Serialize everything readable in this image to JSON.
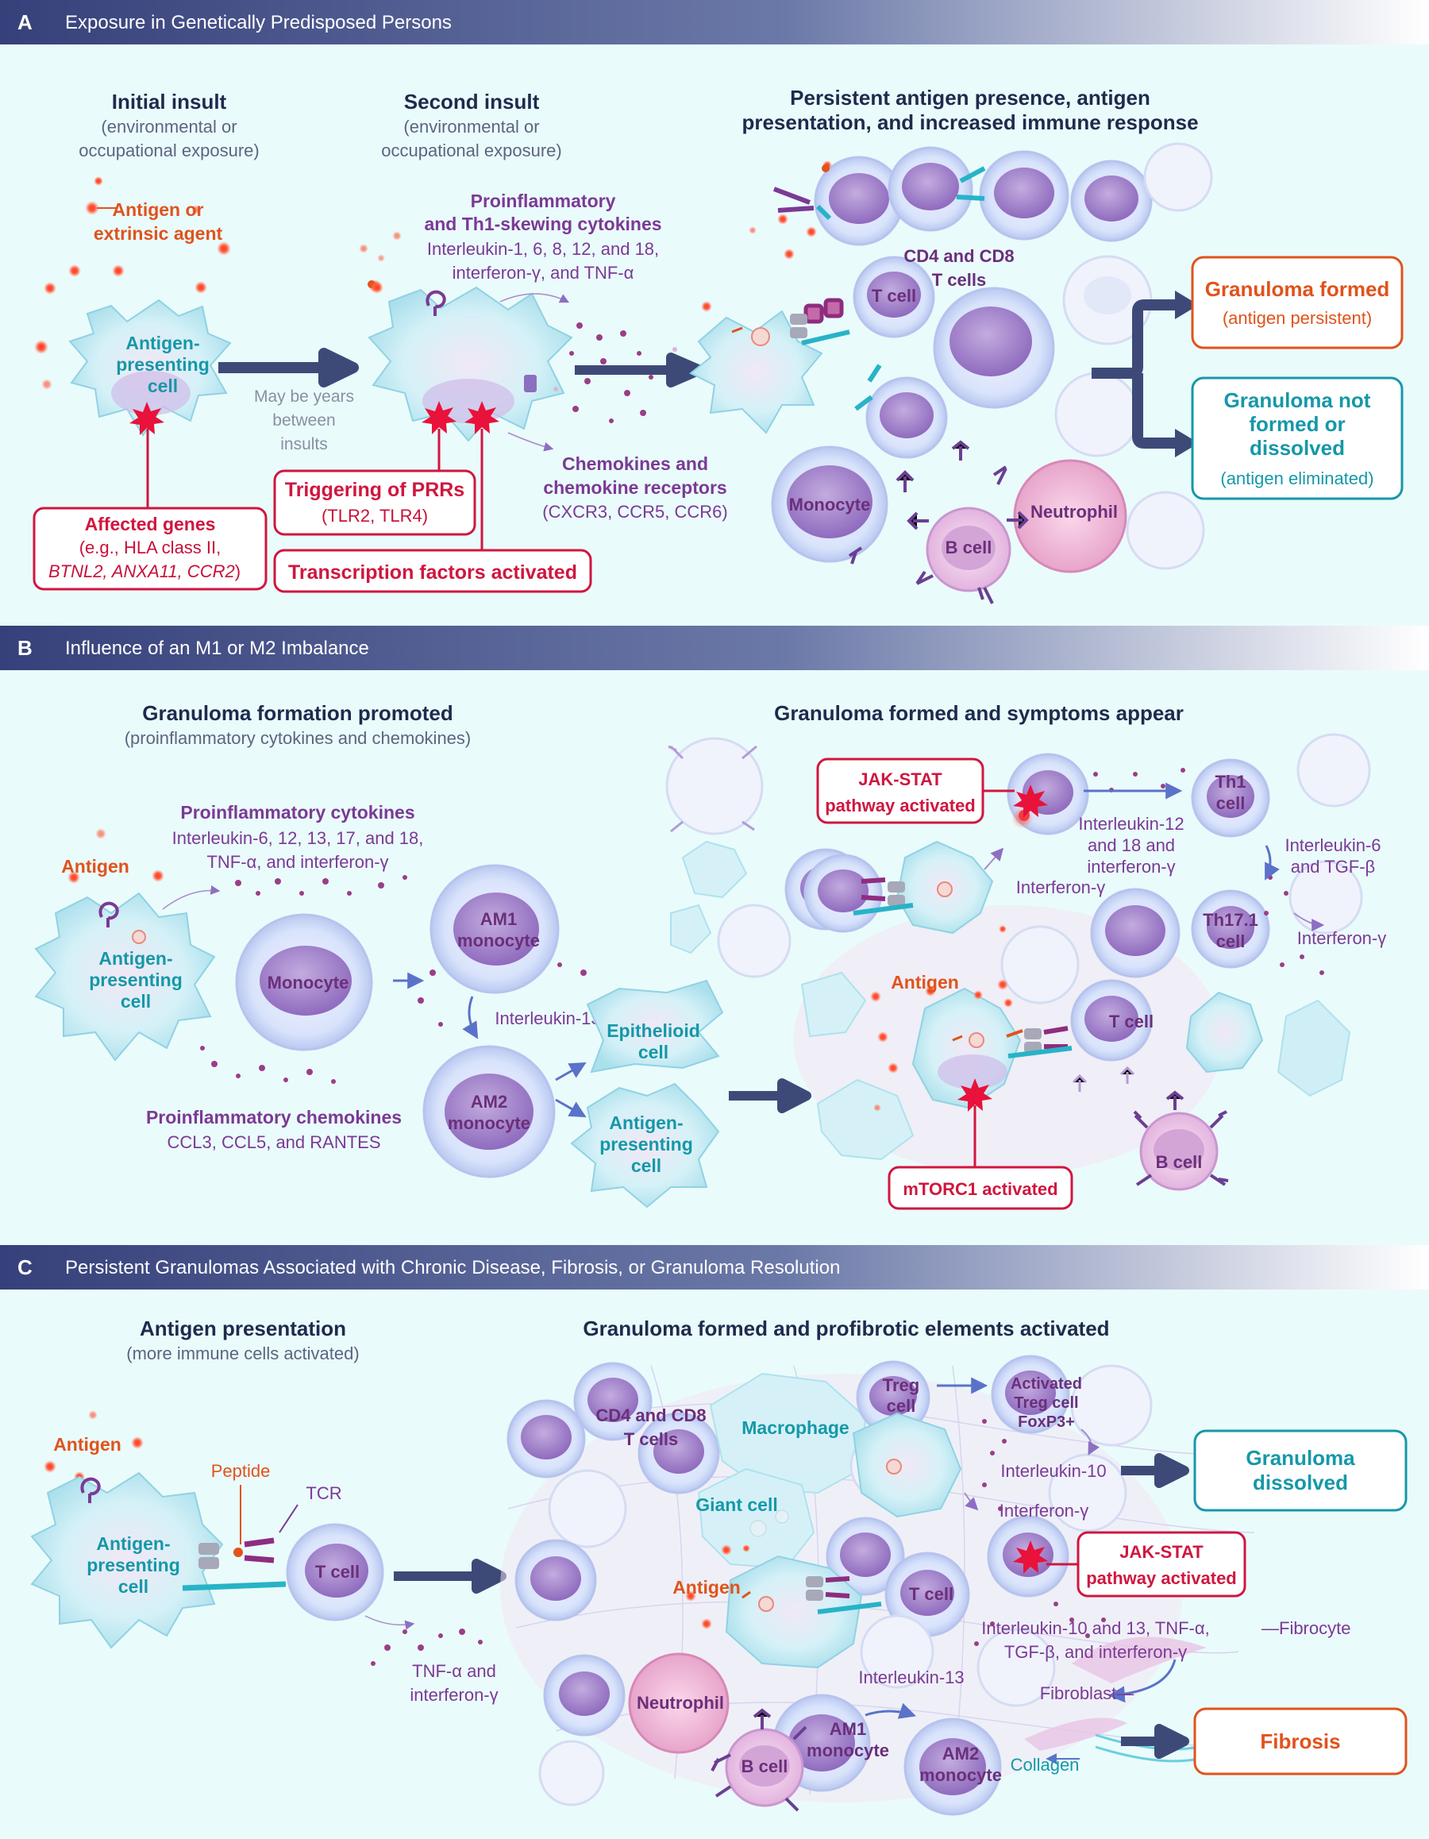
{
  "panelA": {
    "letter": "A",
    "title": "Exposure in Genetically Predisposed Persons",
    "initial": {
      "head": "Initial insult",
      "sub1": "(environmental or",
      "sub2": "occupational exposure)"
    },
    "second": {
      "head": "Second insult",
      "sub1": "(environmental or",
      "sub2": "occupational exposure)"
    },
    "persist": {
      "head1": "Persistent antigen presence, antigen",
      "head2": "presentation, and increased immune response"
    },
    "antigen1": "Antigen or",
    "antigen2": "extrinsic agent",
    "apc1": "Antigen-",
    "apc2": "presenting",
    "apc3": "cell",
    "years1": "May be years",
    "years2": "between",
    "years3": "insults",
    "proinf1": "Proinflammatory",
    "proinf2": "and Th1-skewing cytokines",
    "proinf3": "Interleukin-1, 6, 8, 12, and 18,",
    "proinf4": "interferon-γ, and TNF-α",
    "chemo1": "Chemokines and",
    "chemo2": "chemokine receptors",
    "chemo3": "(CXCR3, CCR5, CCR6)",
    "affected1": "Affected genes",
    "affected2": "(e.g., HLA class II,",
    "affected3a": "BTNL2, ANXA11, CCR2",
    "affected3b": ")",
    "prr1": "Triggering of PRRs",
    "prr2": "(TLR2, TLR4)",
    "tf": "Transcription factors activated",
    "tcell": "T cell",
    "cd1": "CD4 and CD8",
    "cd2": "T cells",
    "monocyte": "Monocyte",
    "bcell": "B cell",
    "neutrophil": "Neutrophil",
    "gf1": "Granuloma formed",
    "gf2": "(antigen persistent)",
    "gn1": "Granuloma not",
    "gn2": "formed or",
    "gn3": "dissolved",
    "gn4": "(antigen eliminated)"
  },
  "panelB": {
    "letter": "B",
    "title": "Influence of an M1 or M2 Imbalance",
    "promo1": "Granuloma formation promoted",
    "promo2": "(proinflammatory cytokines and chemokines)",
    "formed": "Granuloma formed and symptoms appear",
    "pc1": "Proinflammatory cytokines",
    "pc2": "Interleukin-6, 12, 13, 17, and 18,",
    "pc3": "TNF-α, and interferon-γ",
    "antigen": "Antigen",
    "apc1": "Antigen-",
    "apc2": "presenting",
    "apc3": "cell",
    "monocyte": "Monocyte",
    "am1a": "AM1",
    "am1b": "monocyte",
    "am2a": "AM2",
    "am2b": "monocyte",
    "il13": "Interleukin-13",
    "epi1": "Epithelioid",
    "epi2": "cell",
    "apc2_1": "Antigen-",
    "apc2_2": "presenting",
    "apc2_3": "cell",
    "pch1": "Proinflammatory chemokines",
    "pch2": "CCL3, CCL5, and RANTES",
    "jak1": "JAK-STAT",
    "jak2": "pathway activated",
    "th1a": "Th1",
    "th1b": "cell",
    "il12a": "Interleukin-12",
    "il12b": "and 18 and",
    "il12c": "interferon-γ",
    "il6a": "Interleukin-6",
    "il6b": "and TGF-β",
    "ifn1": "Interferon-γ",
    "th17a": "Th17.1",
    "th17b": "cell",
    "ifn2": "Interferon-γ",
    "antigen2": "Antigen",
    "tcell": "T cell",
    "mtor": "mTORC1 activated",
    "bcell": "B cell"
  },
  "panelC": {
    "letter": "C",
    "title": "Persistent Granulomas Associated with Chronic Disease, Fibrosis, or Granuloma Resolution",
    "ap1": "Antigen presentation",
    "ap2": "(more immune cells activated)",
    "gf": "Granuloma formed and profibrotic elements activated",
    "antigen": "Antigen",
    "peptide": "Peptide",
    "tcr": "TCR",
    "apc1": "Antigen-",
    "apc2": "presenting",
    "apc3": "cell",
    "tcell": "T cell",
    "tnf1": "TNF-α and",
    "tnf2": "interferon-γ",
    "cd1": "CD4 and CD8",
    "cd2": "T cells",
    "macro": "Macrophage",
    "giant": "Giant cell",
    "treg1": "Treg",
    "treg2": "cell",
    "at1": "Activated",
    "at2": "Treg cell",
    "at3": "FoxP3+",
    "il10": "Interleukin-10",
    "ifn": "Interferon-γ",
    "gd1": "Granuloma",
    "gd2": "dissolved",
    "jak1": "JAK-STAT",
    "jak2": "pathway activated",
    "antigen2": "Antigen",
    "tcell2": "T cell",
    "il10b": "Interleukin-10 and 13, TNF-α,",
    "il10c": "TGF-β, and interferon-γ",
    "fibrocyte": "—Fibrocyte",
    "il13": "Interleukin-13",
    "fibroblast": "Fibroblast—",
    "neutrophil": "Neutrophil",
    "am1a": "AM1",
    "am1b": "monocyte",
    "am2a": "AM2",
    "am2b": "monocyte",
    "bcell": "B cell",
    "collagen": "Collagen",
    "fibrosis": "Fibrosis"
  },
  "colors": {
    "bg": "#eafbfb",
    "band": "#3a4577",
    "navy": "#1f2a4d",
    "orange": "#e0531c",
    "red": "#d0163f",
    "teal": "#1598a8",
    "purple": "#7b3a94",
    "arrow": "#3d4a78"
  }
}
